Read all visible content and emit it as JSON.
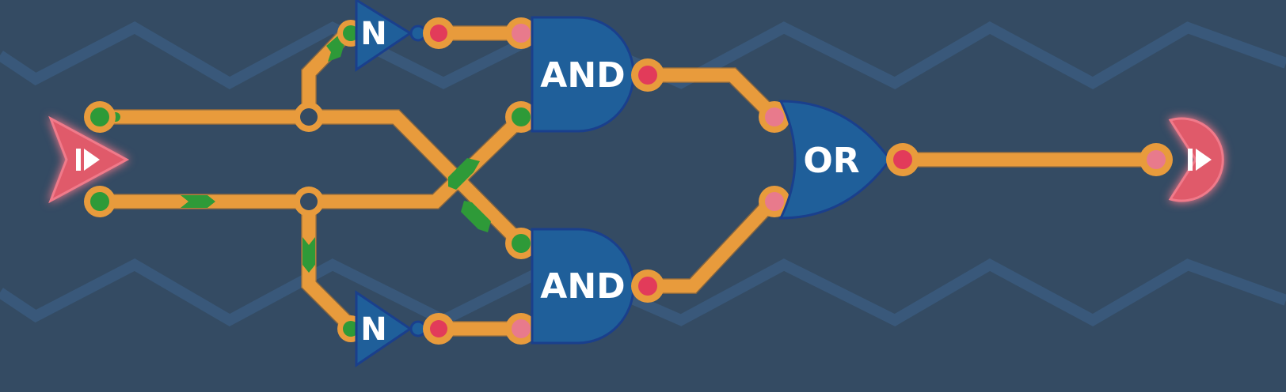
{
  "colors": {
    "background": "#344b63",
    "wire": "#e89b3c",
    "gate": "#1f5f9a",
    "gate_border": "#1a3f8c",
    "signal_on": "#2e9a38",
    "output_pin": "#e23b5a",
    "input_pin": "#e87a8c",
    "io_marker": "#e05a6a"
  },
  "gates": {
    "not_top": {
      "label": "N"
    },
    "not_bottom": {
      "label": "N"
    },
    "and_top": {
      "label": "AND"
    },
    "and_bottom": {
      "label": "AND"
    },
    "or": {
      "label": "OR"
    }
  },
  "icons": {
    "input_marker": "play-step-icon",
    "output_marker": "play-step-icon"
  }
}
